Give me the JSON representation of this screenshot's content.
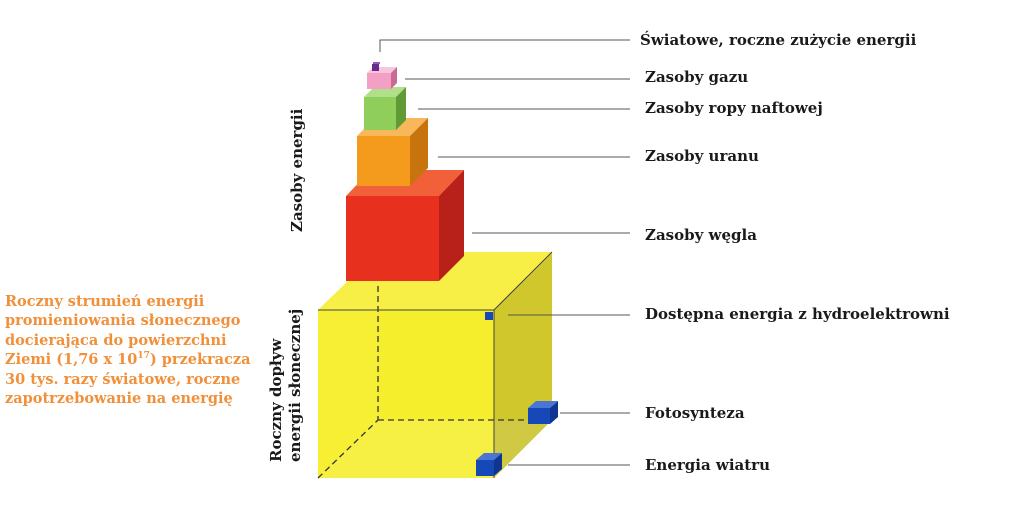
{
  "labels": {
    "world_consumption": "Światowe, roczne zużycie energii",
    "gas": "Zasoby gazu",
    "oil": "Zasoby ropy naftowej",
    "uranium": "Zasoby uranu",
    "coal": "Zasoby węgla",
    "hydro": "Dostępna energia z hydroelektrowni",
    "photosynthesis": "Fotosynteza",
    "wind": "Energia wiatru"
  },
  "side_labels": {
    "resources": "Zasoby energii",
    "solar_line1": "Roczny dopływ",
    "solar_line2": "energii słonecznej"
  },
  "note": {
    "before_sup": "Roczny strumień energii promieniowania słonecznego docierająca do powierzchni Ziemi (1,76 x 10",
    "sup": "17",
    "after_sup": ") przekracza 30 tys. razy światowe, roczne zapotrzebowanie na energię"
  },
  "colors": {
    "solar_cube": "#f5ee2a",
    "coal_cube": "#e8301e",
    "uranium_cube": "#f49a1c",
    "oil_cube": "#8fce5a",
    "gas_cube": "#f3a0c4",
    "consumption_cube": "#6a2a8c",
    "small_cubes": "#1748b8",
    "note_text": "#f0903a"
  }
}
